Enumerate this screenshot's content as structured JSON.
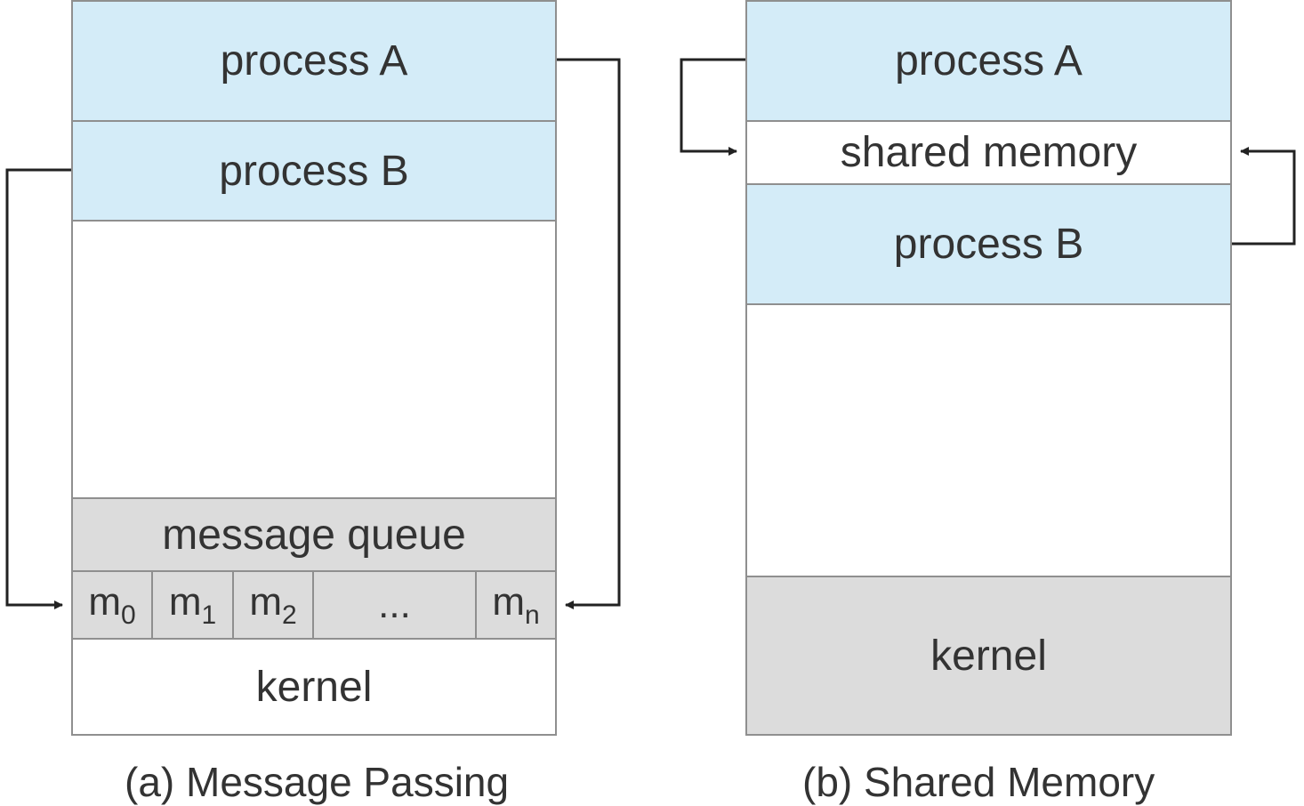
{
  "message_passing": {
    "process_a": "process A",
    "process_b": "process B",
    "message_queue": "message queue",
    "cells": [
      {
        "base": "m",
        "sub": "0"
      },
      {
        "base": "m",
        "sub": "1"
      },
      {
        "base": "m",
        "sub": "2"
      },
      {
        "base": "...",
        "sub": ""
      },
      {
        "base": "m",
        "sub": "n"
      }
    ],
    "kernel": "kernel",
    "caption": "(a) Message Passing"
  },
  "shared_memory": {
    "process_a": "process A",
    "shared_memory": "shared memory",
    "process_b": "process B",
    "kernel": "kernel",
    "caption": "(b) Shared Memory"
  },
  "colors": {
    "process": "#d4ecf8",
    "kernel_queue": "#dcdcdc",
    "border": "#8f8f8f",
    "arrow": "#222222"
  }
}
